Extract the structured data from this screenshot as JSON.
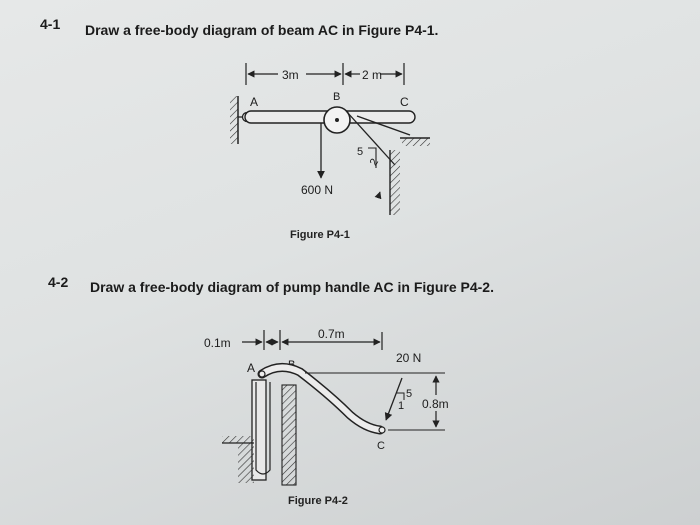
{
  "problem_1": {
    "number": "4-1",
    "statement": "Draw a free-body diagram of beam AC in Figure P4-1.",
    "figure": {
      "caption": "Figure P4-1",
      "dim_left": "3m",
      "dim_right": "2 m",
      "label_a": "A",
      "label_b": "B",
      "label_c": "C",
      "load": "600 N",
      "slope_run": "5",
      "slope_rise": "2"
    }
  },
  "problem_2": {
    "number": "4-2",
    "statement": "Draw a free-body diagram of pump handle AC in Figure P4-2.",
    "figure": {
      "caption": "Figure P4-2",
      "dim_small": "0.1m",
      "dim_long": "0.7m",
      "label_a": "A",
      "label_b": "B",
      "label_c": "C",
      "force": "20 N",
      "slope_rise": "5",
      "slope_run": "1",
      "dim_height": "0.8m"
    }
  }
}
